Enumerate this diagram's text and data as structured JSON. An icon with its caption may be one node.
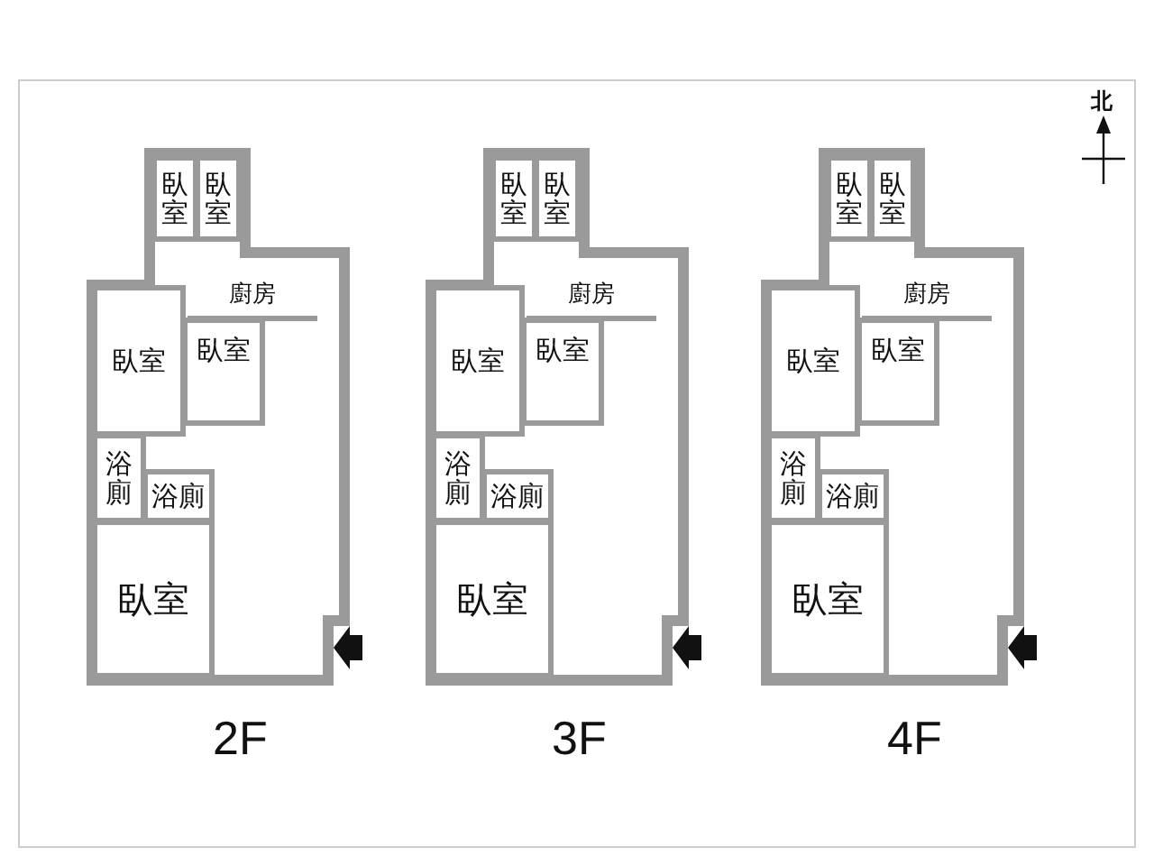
{
  "diagram": {
    "nodes": [
      {
        "text": [
          "2F"
        ]
      },
      {
        "text": [
          "臥室"
        ],
        "in": 0
      },
      {
        "text": [
          "臥室"
        ],
        "in": 0
      },
      {
        "text": [
          "廚房"
        ],
        "in": 0
      },
      {
        "text": [
          "臥室"
        ],
        "in": 0
      },
      {
        "text": [
          "臥室"
        ],
        "in": 0
      },
      {
        "text": [
          "浴廁"
        ],
        "in": 0
      },
      {
        "text": [
          "浴廁"
        ],
        "in": 0
      },
      {
        "text": [
          "臥室"
        ],
        "in": 0
      },
      {
        "text": [
          "3F"
        ]
      },
      {
        "text": [
          "臥室"
        ],
        "in": 9
      },
      {
        "text": [
          "臥室"
        ],
        "in": 9
      },
      {
        "text": [
          "廚房"
        ],
        "in": 9
      },
      {
        "text": [
          "臥室"
        ],
        "in": 9
      },
      {
        "text": [
          "臥室"
        ],
        "in": 9
      },
      {
        "text": [
          "浴廁"
        ],
        "in": 9
      },
      {
        "text": [
          "浴廁"
        ],
        "in": 9
      },
      {
        "text": [
          "臥室"
        ],
        "in": 9
      },
      {
        "text": [
          "4F"
        ]
      },
      {
        "text": [
          "臥室"
        ],
        "in": 18
      },
      {
        "text": [
          "臥室"
        ],
        "in": 18
      },
      {
        "text": [
          "廚房"
        ],
        "in": 18
      },
      {
        "text": [
          "臥室"
        ],
        "in": 18
      },
      {
        "text": [
          "臥室"
        ],
        "in": 18
      },
      {
        "text": [
          "浴廁"
        ],
        "in": 18
      },
      {
        "text": [
          "浴廁"
        ],
        "in": 18
      },
      {
        "text": [
          "臥室"
        ],
        "in": 18
      }
    ],
    "labels": [
      "北"
    ]
  }
}
